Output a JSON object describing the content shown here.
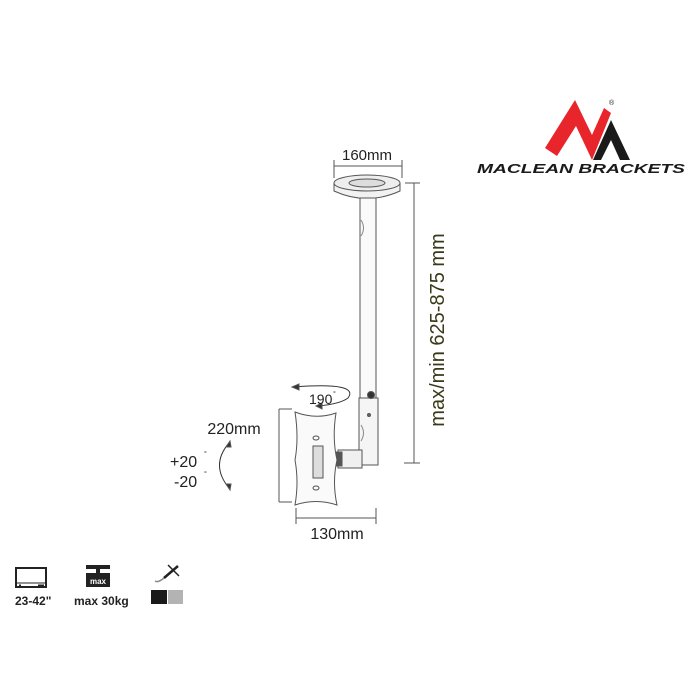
{
  "brand": {
    "name": "MACLEAN BRACKETS",
    "registered": "®",
    "colors": {
      "red": "#e8252a",
      "black": "#1a1a1a"
    }
  },
  "dimensions": {
    "plate_width": "160mm",
    "height_range": "max/min 625-875 mm",
    "swivel": "190",
    "tilt_up": "+20",
    "tilt_down": "-20",
    "degree": "°",
    "vesa_height": "220mm",
    "vesa_width": "130mm"
  },
  "colors": {
    "height_text": "#3a3a18",
    "line": "#555555"
  },
  "specs": [
    {
      "icon": "tv-screen-icon",
      "label": "23-42\""
    },
    {
      "icon": "weight-icon",
      "badge": "max",
      "label": "max 30kg"
    },
    {
      "icon": "paint-color-icon",
      "swatches": [
        "#1a1a1a",
        "#b3b3b3"
      ]
    }
  ]
}
